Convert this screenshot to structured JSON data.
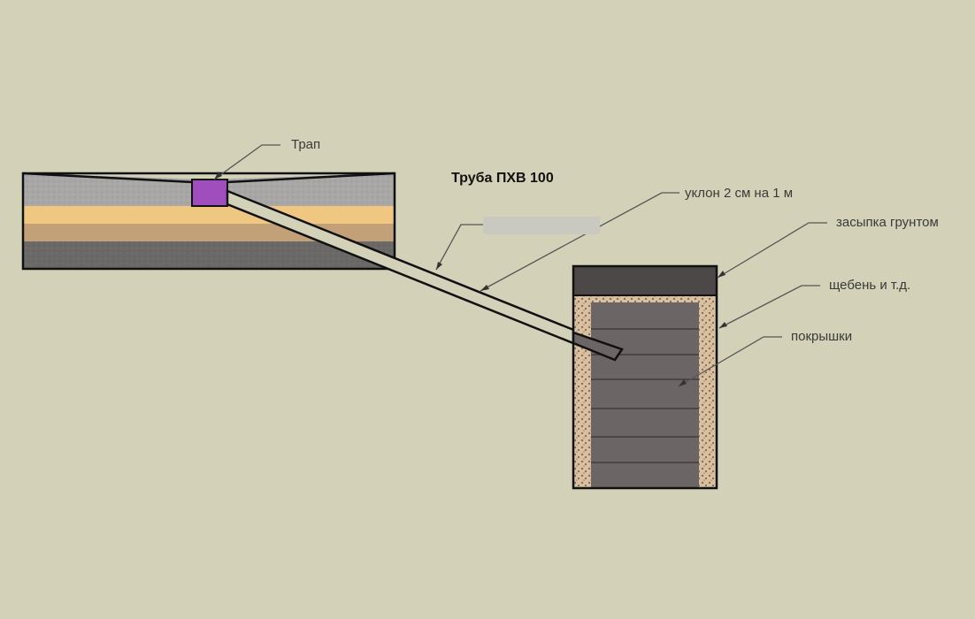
{
  "labels": {
    "trap": "Трап",
    "pipe": "Труба ПХВ 100",
    "slope": "уклон 2 см на 1 м",
    "backfill": "засыпка грунтом",
    "gravel": "щебень и т.д.",
    "tires": "покрышки"
  },
  "colors": {
    "background": "#d3d2b8",
    "floor_top": "#a8a7a6",
    "sand_layer": "#f0c780",
    "earth_layer": "#c2a078",
    "base_layer": "#6b6868",
    "trap": "#a04dbd",
    "pit_cover": "#4d4848",
    "tires": "#6b6565",
    "gravel": "#d8c0a0",
    "outline": "#111111"
  },
  "hidden_box": ""
}
